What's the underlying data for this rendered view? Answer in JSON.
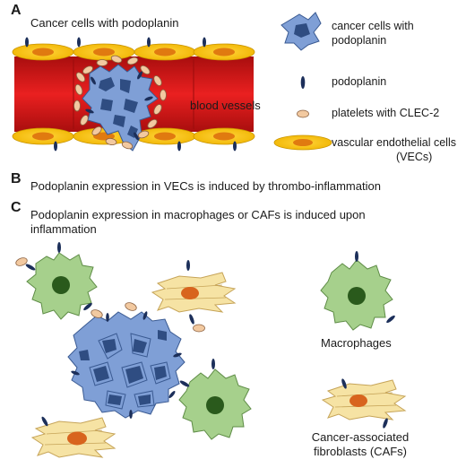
{
  "panels": {
    "a": {
      "letter": "A",
      "title": "Cancer cells with podoplanin",
      "vessel_label": "blood vessels",
      "legend": {
        "cancer_cells": [
          "cancer cells with",
          "podoplanin"
        ],
        "podoplanin": "podoplanin",
        "platelets": "platelets with CLEC-2",
        "vecs": [
          "vascular endothelial cells",
          "(VECs)"
        ]
      }
    },
    "b": {
      "letter": "B",
      "text": "Podoplanin expression in VECs is induced by thrombo-inflammation"
    },
    "c": {
      "letter": "C",
      "text": [
        "Podoplanin expression in macrophages or CAFs is induced upon",
        "inflammation"
      ],
      "labels": {
        "macrophages": "Macrophages",
        "cafs": [
          "Cancer-associated",
          "fibroblasts (CAFs)"
        ]
      }
    }
  },
  "colors": {
    "vessel": "#e41d1d",
    "vessel_dark": "#b01010",
    "endothelial": "#f5c400",
    "endothelial_nucleus": "#e07a10",
    "cancer_cell": "#7f9fd6",
    "cancer_nucleus": "#2f4d82",
    "podoplanin": "#1c2f5a",
    "platelet": "#f2c9a0",
    "macrophage": "#a6d08c",
    "macrophage_nucleus": "#2a5a1c",
    "fibroblast": "#f6e3a4",
    "fibroblast_nucleus": "#d8641e"
  }
}
